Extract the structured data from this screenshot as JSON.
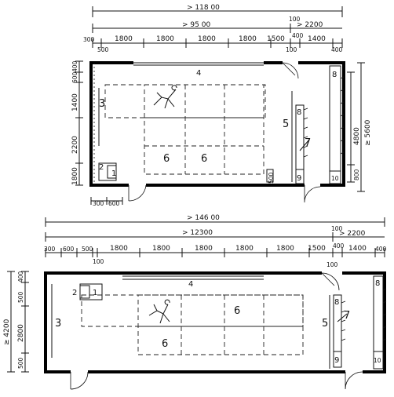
{
  "plan1": {
    "dims": {
      "total_len": "> 118 00",
      "inner_len": "> 95 00",
      "d_100": "100",
      "d_2200": "> 2200",
      "t300": "300",
      "t500": "500",
      "s1": "1800",
      "s2": "1800",
      "s3": "1800",
      "s4": "1800",
      "s5": "1500",
      "t400": "400",
      "t1400": "1400",
      "t400b": "400",
      "t100": "100",
      "v400": "400",
      "v600": "600",
      "v1400": "1400",
      "v2200": "2200",
      "v1800": "1800",
      "r4800": "4800",
      "r5600": "≥ 5600",
      "r800": "800",
      "b300": "300",
      "b600": "600",
      "b500": "500"
    },
    "labels": {
      "n1": "1",
      "n2": "2",
      "n3": "3",
      "n4": "4",
      "n5": "5",
      "n6a": "6",
      "n6b": "6",
      "n7": "7",
      "n8": "8",
      "n8b": "8",
      "n9": "9",
      "n10": "10"
    }
  },
  "plan2": {
    "dims": {
      "total_len": "> 146 00",
      "inner_len": "> 12300",
      "d_100": "100",
      "d_2200": "> 2200",
      "t300": "300",
      "t600": "600",
      "t500": "500",
      "t100": "100",
      "s1": "1800",
      "s2": "1800",
      "s3": "1800",
      "s4": "1800",
      "s5": "1800",
      "s6": "1500",
      "t400": "400",
      "t1400": "1400",
      "t400b": "400",
      "t100b": "100",
      "v400": "400",
      "v500": "500",
      "v2800": "2800",
      "v500b": "500",
      "v4200": "≥ 4200"
    },
    "labels": {
      "n1": "1",
      "n2": "2",
      "n3": "3",
      "n4": "4",
      "n5": "5",
      "n6a": "6",
      "n6b": "6",
      "n7": "7",
      "n8": "8",
      "n8b": "8",
      "n9": "9",
      "n10": "10"
    }
  }
}
